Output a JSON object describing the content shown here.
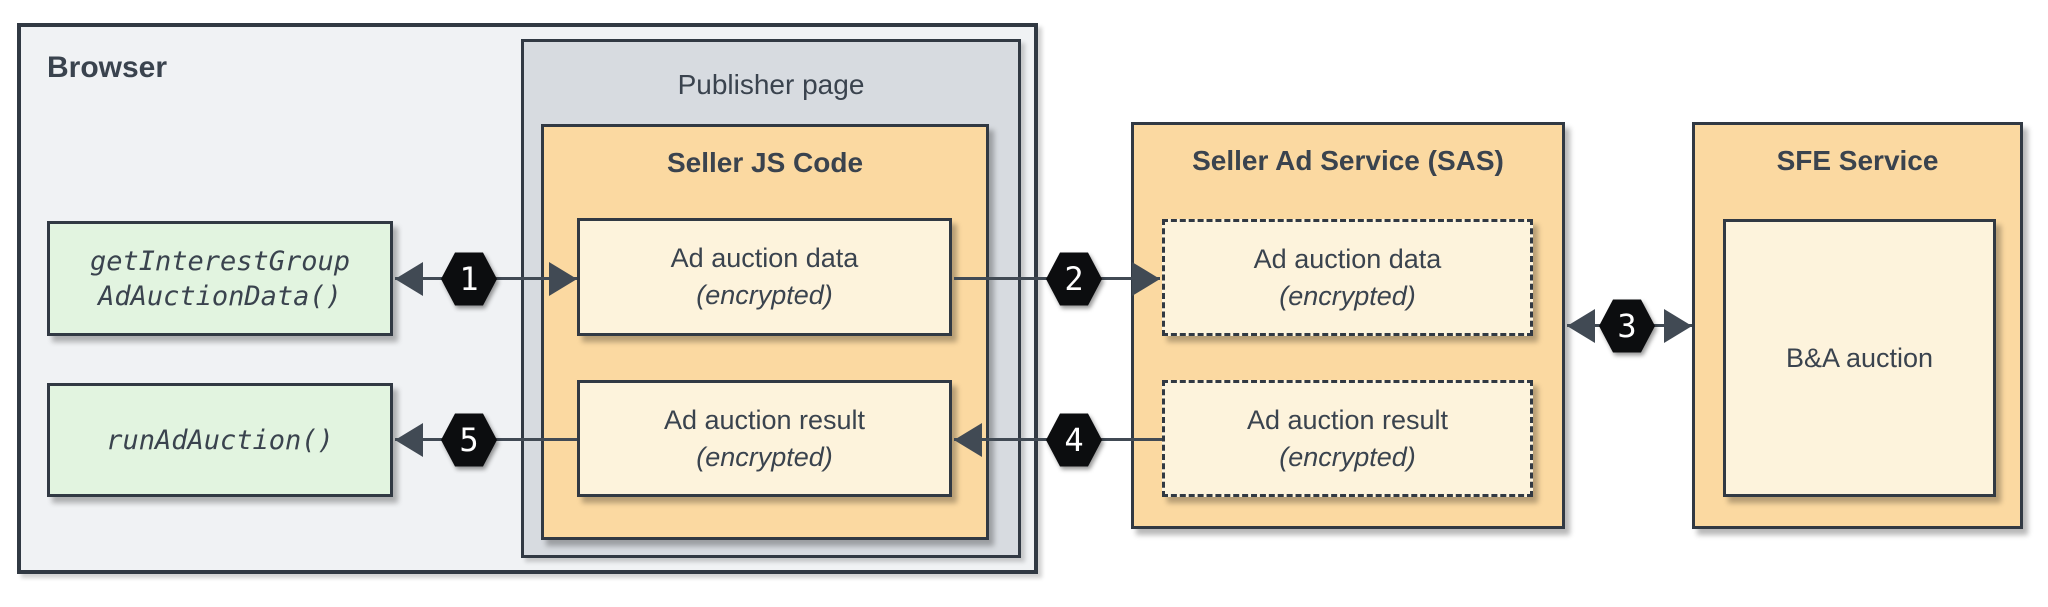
{
  "colors": {
    "canvas_bg": "#ffffff",
    "browser_bg": "#f0f2f4",
    "publisher_bg": "#d7dbe0",
    "service_orange": "#fbd9a1",
    "payload_cream": "#fdf3dc",
    "api_green": "#e2f4e0",
    "box_border": "#313943",
    "text": "#3a434e",
    "arrow": "#414a54",
    "hexagon_bg": "#0c0d0f",
    "hexagon_text": "#ffffff"
  },
  "browser": {
    "label": "Browser",
    "api_boxes": [
      {
        "line1": "getInterestGroup",
        "line2": "AdAuctionData()"
      },
      {
        "line1": "runAdAuction()"
      }
    ]
  },
  "publisher_page": {
    "label": "Publisher page"
  },
  "seller_js": {
    "title": "Seller JS Code",
    "data_box": {
      "line1": "Ad auction data",
      "line2": "(encrypted)"
    },
    "result_box": {
      "line1": "Ad auction result",
      "line2": "(encrypted)"
    }
  },
  "sas": {
    "title": "Seller Ad Service (SAS)",
    "data_box": {
      "line1": "Ad auction data",
      "line2": "(encrypted)"
    },
    "result_box": {
      "line1": "Ad auction result",
      "line2": "(encrypted)"
    }
  },
  "sfe": {
    "title": "SFE Service",
    "auction_box": {
      "label": "B&A auction"
    }
  },
  "steps": [
    {
      "label": "1",
      "direction": "both"
    },
    {
      "label": "2",
      "direction": "right"
    },
    {
      "label": "3",
      "direction": "both"
    },
    {
      "label": "4",
      "direction": "left"
    },
    {
      "label": "5",
      "direction": "left"
    }
  ]
}
